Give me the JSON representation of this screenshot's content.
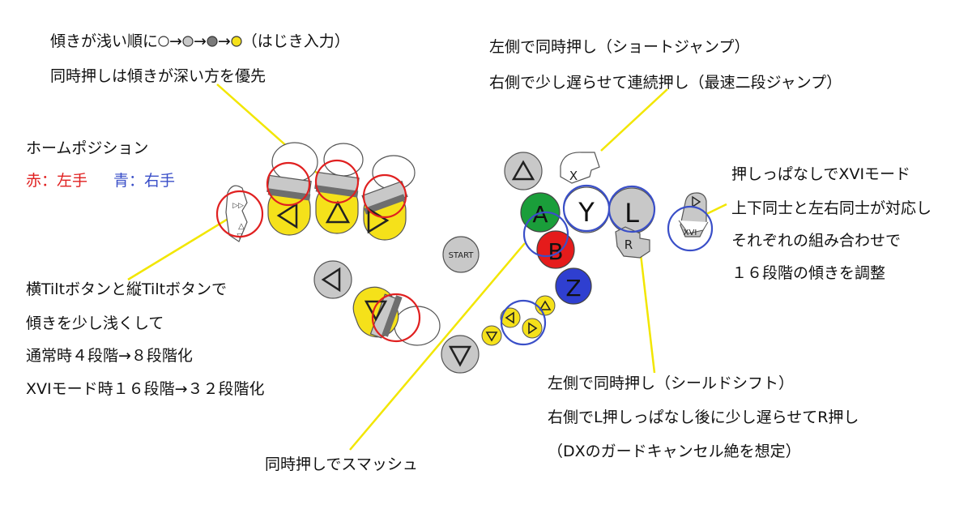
{
  "notes": {
    "tilt_order_prefix": "傾きが浅い順に",
    "tilt_order_suffix": "（はじき入力）",
    "arrow": "→",
    "priority": "同時押しは傾きが深い方を優先",
    "home_title": "ホームポジション",
    "red_label": "赤：左手",
    "blue_label": "青：右手",
    "tilt_button_1": "横Tiltボタンと縦Tiltボタンで",
    "tilt_button_2": "傾きを少し浅くして",
    "tilt_button_3": "通常時４段階→８段階化",
    "tilt_button_4": "XVIモード時１６段階→３２段階化",
    "smash": "同時押しでスマッシュ",
    "jump_1": "左側で同時押し（ショートジャンプ）",
    "jump_2": "右側で少し遅らせて連続押し（最速二段ジャンプ）",
    "xvi_1": "押しっぱなしでXVIモード",
    "xvi_2": "上下同士と左右同士が対応し",
    "xvi_3": "それぞれの組み合わせで",
    "xvi_4": "１６段階の傾きを調整",
    "shield_1": "左側で同時押し（シールドシフト）",
    "shield_2": "右側でL押しっぱなし後に少し遅らせてR押し",
    "shield_3": "（DXのガードキャンセル絶を想定）"
  },
  "buttons": {
    "start": "START",
    "a": "A",
    "b": "B",
    "x": "X",
    "y": "Y",
    "z": "Z",
    "l": "L",
    "r": "R",
    "xvi": "XVI"
  },
  "colors": {
    "red": "#e02020",
    "blue": "#3a4fc8",
    "yellow": "#f5e11a",
    "gray": "#c8c8c8",
    "green": "#1a9e3a",
    "button_b": "#e51b1b",
    "button_z": "#2f3fd0",
    "leader_line": "#f2e600"
  },
  "icons": [
    "triangle-up-icon",
    "triangle-down-icon",
    "triangle-left-icon",
    "triangle-right-icon"
  ]
}
